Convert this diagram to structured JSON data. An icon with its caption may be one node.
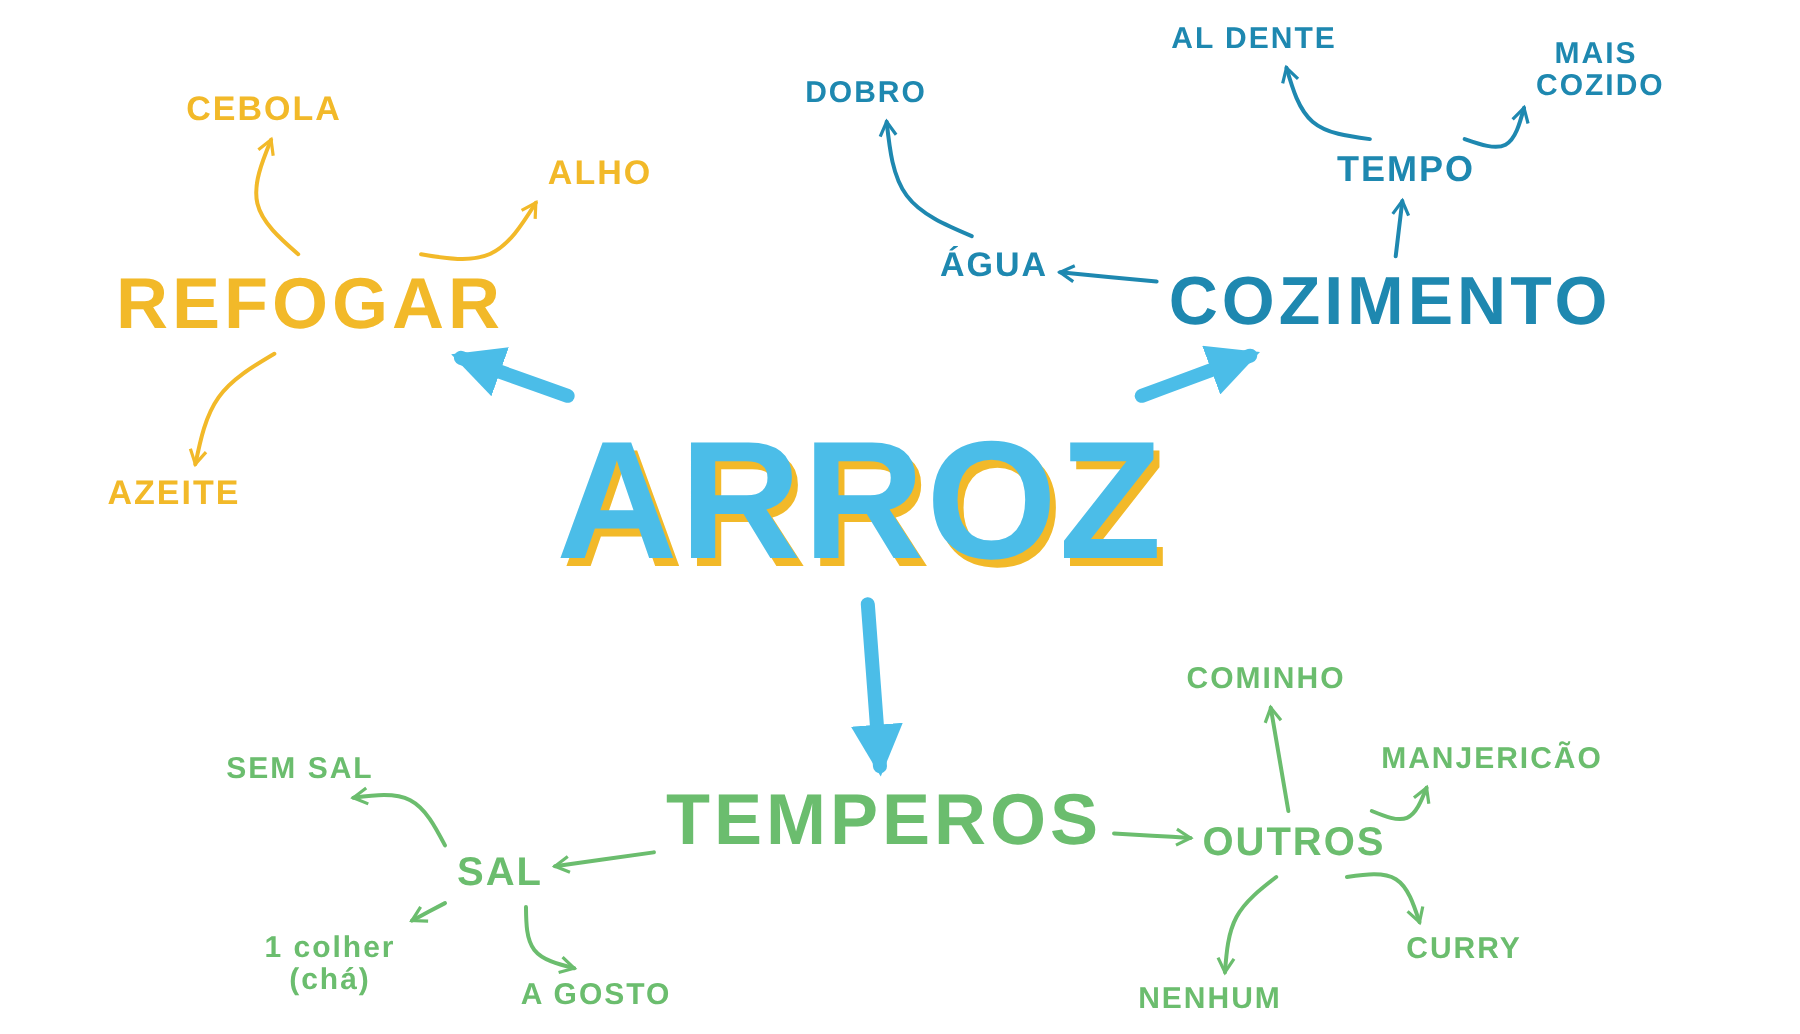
{
  "diagram": {
    "nodes": [
      {
        "text": [
          "ARROZ"
        ]
      },
      {
        "text": [
          "REFOGAR"
        ]
      },
      {
        "text": [
          "CEBOLA"
        ]
      },
      {
        "text": [
          "ALHO"
        ]
      },
      {
        "text": [
          "AZEITE"
        ]
      },
      {
        "text": [
          "COZIMENTO"
        ]
      },
      {
        "text": [
          "ÁGUA"
        ]
      },
      {
        "text": [
          "DOBRO"
        ]
      },
      {
        "text": [
          "TEMPO"
        ]
      },
      {
        "text": [
          "AL DENTE"
        ]
      },
      {
        "text": [
          "MAIS COZIDO"
        ]
      },
      {
        "text": [
          "TEMPEROS"
        ]
      },
      {
        "text": [
          "SAL"
        ]
      },
      {
        "text": [
          "SEM SAL"
        ]
      },
      {
        "text": [
          "1 colher (chá)"
        ]
      },
      {
        "text": [
          "A GOSTO"
        ]
      },
      {
        "text": [
          "OUTROS"
        ]
      },
      {
        "text": [
          "COMINHO"
        ]
      },
      {
        "text": [
          "MANJERICÃO"
        ]
      },
      {
        "text": [
          "CURRY"
        ]
      },
      {
        "text": [
          "NENHUM"
        ]
      }
    ],
    "edges": [
      {
        "from": 0,
        "to": 1,
        "arrow": "to",
        "style": "thick",
        "color": "#4bbde8"
      },
      {
        "from": 1,
        "to": 2,
        "arrow": "to",
        "color": "#f2b929"
      },
      {
        "from": 1,
        "to": 3,
        "arrow": "to",
        "color": "#f2b929"
      },
      {
        "from": 1,
        "to": 4,
        "arrow": "to",
        "color": "#f2b929"
      },
      {
        "from": 0,
        "to": 5,
        "arrow": "to",
        "style": "thick",
        "color": "#4bbde8"
      },
      {
        "from": 5,
        "to": 6,
        "arrow": "to",
        "color": "#1e88b0"
      },
      {
        "from": 6,
        "to": 7,
        "arrow": "to",
        "color": "#1e88b0"
      },
      {
        "from": 5,
        "to": 8,
        "arrow": "to",
        "color": "#1e88b0"
      },
      {
        "from": 8,
        "to": 9,
        "arrow": "to",
        "color": "#1e88b0"
      },
      {
        "from": 8,
        "to": 10,
        "arrow": "to",
        "color": "#1e88b0"
      },
      {
        "from": 0,
        "to": 11,
        "arrow": "to",
        "style": "thick",
        "color": "#4bbde8"
      },
      {
        "from": 11,
        "to": 12,
        "arrow": "to",
        "color": "#6bbd6e"
      },
      {
        "from": 12,
        "to": 13,
        "arrow": "to",
        "color": "#6bbd6e"
      },
      {
        "from": 12,
        "to": 14,
        "arrow": "to",
        "color": "#6bbd6e"
      },
      {
        "from": 12,
        "to": 15,
        "arrow": "to",
        "color": "#6bbd6e"
      },
      {
        "from": 11,
        "to": 16,
        "arrow": "to",
        "color": "#6bbd6e"
      },
      {
        "from": 16,
        "to": 17,
        "arrow": "to",
        "color": "#6bbd6e"
      },
      {
        "from": 16,
        "to": 18,
        "arrow": "to",
        "color": "#6bbd6e"
      },
      {
        "from": 16,
        "to": 19,
        "arrow": "to",
        "color": "#6bbd6e"
      },
      {
        "from": 16,
        "to": 20,
        "arrow": "to",
        "color": "#6bbd6e"
      }
    ]
  }
}
